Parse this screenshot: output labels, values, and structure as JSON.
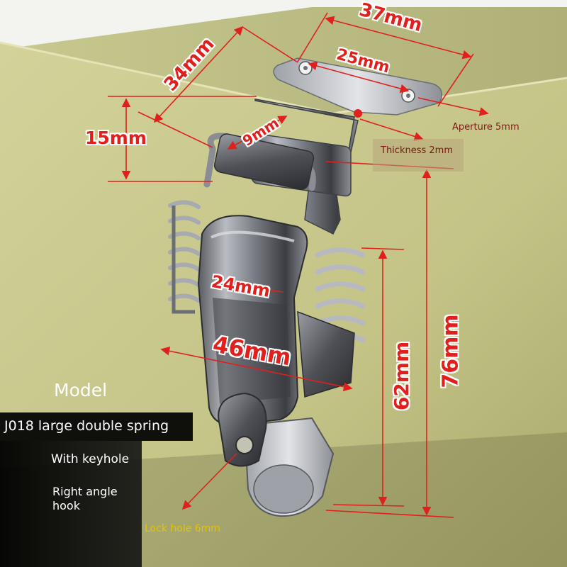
{
  "dimensions": {
    "width_37": "37mm",
    "width_25": "25mm",
    "length_34": "34mm",
    "height_15": "15mm",
    "gap_9": "9mm",
    "width_24": "24mm",
    "width_46": "46mm",
    "height_62": "62mm",
    "height_76": "76mm"
  },
  "notes": {
    "aperture": "Aperture 5mm",
    "thickness": "Thickness 2mm",
    "lock_hole": "Lock hole 6mm"
  },
  "model_panel": {
    "title": "Model",
    "name": "J018 large double spring",
    "feature_1": "With keyhole",
    "feature_2": "Right angle hook"
  },
  "colors": {
    "annotation_red": "#e0201c",
    "box_olive": "#c9c98e",
    "panel_black": "#0a0a0a",
    "lock_hole_label": "#e6c200"
  },
  "icons": {
    "product": "stainless-steel-spring-toggle-latch"
  }
}
